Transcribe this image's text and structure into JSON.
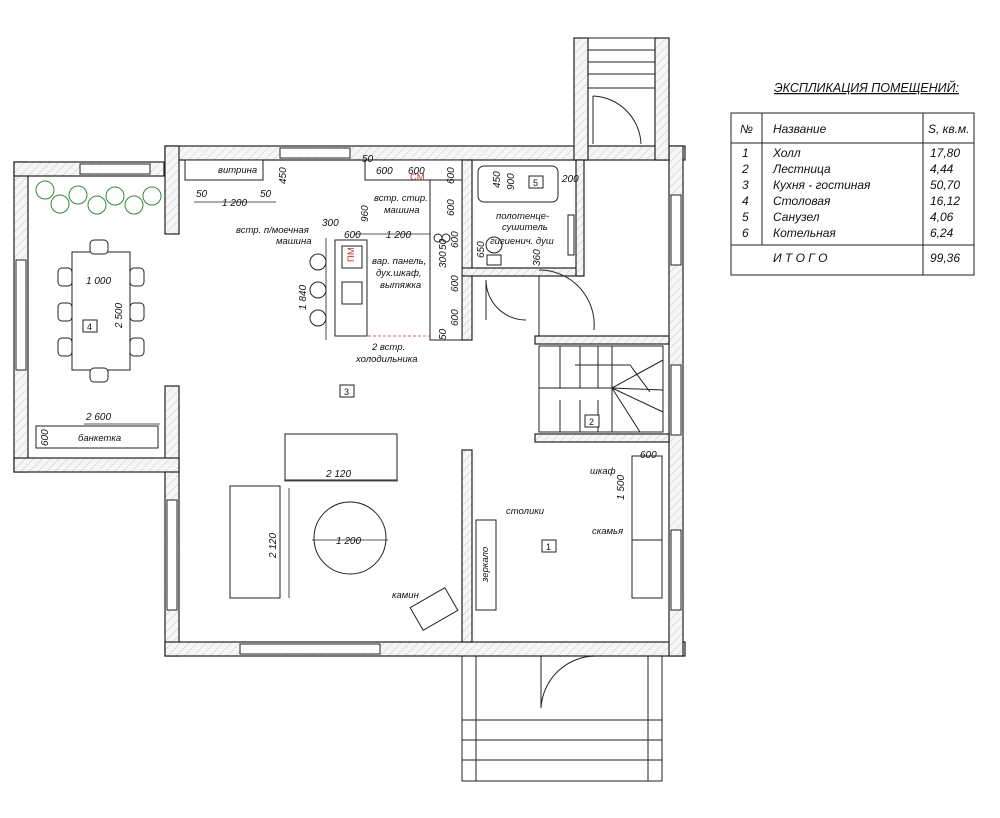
{
  "explication": {
    "title": "ЭКСПЛИКАЦИЯ ПОМЕЩЕНИЙ:",
    "headers": {
      "no": "№",
      "name": "Название",
      "area": "S, кв.м."
    },
    "rows": [
      {
        "no": "1",
        "name": "Холл",
        "area": "17,80"
      },
      {
        "no": "2",
        "name": "Лестница",
        "area": "4,44"
      },
      {
        "no": "3",
        "name": "Кухня - гостиная",
        "area": "50,70"
      },
      {
        "no": "4",
        "name": "Столовая",
        "area": "16,12"
      },
      {
        "no": "5",
        "name": "Санузел",
        "area": "4,06"
      },
      {
        "no": "6",
        "name": "Котельная",
        "area": "6,24"
      }
    ],
    "total_label": "И Т О Г О",
    "total_area": "99,36"
  },
  "room_numbers": [
    "1",
    "2",
    "3",
    "4",
    "5"
  ],
  "labels": {
    "vitrina": "витрина",
    "dishwasher_1": "встр. п/моечная",
    "dishwasher_2": "машина",
    "washer_1": "встр. стир.",
    "washer_2": "машина",
    "hob_1": "вар. панель,",
    "hob_2": "дух.шкаф,",
    "hob_3": "вытяжка",
    "fridge_1": "2 встр.",
    "fridge_2": "холодильника",
    "towel_1": "полотенце-",
    "towel_2": "сушитель",
    "shower": "гигиенич. душ",
    "banketka": "банкетка",
    "stoliki": "столики",
    "zerkalo": "зеркало",
    "kamin": "камин",
    "shkaf": "шкаф",
    "skamya": "скамья",
    "pm": "ПМ",
    "sm": "СМ"
  },
  "dimensions": {
    "d50a": "50",
    "d50b": "50",
    "d1200a": "1 200",
    "d450a": "450",
    "d50c": "50",
    "d600a": "600",
    "d600b": "600",
    "d600c": "600",
    "d960": "960",
    "d600d": "600",
    "d300a": "300",
    "d600e": "600",
    "d1200b": "1 200",
    "d600f": "600",
    "d300b": "300",
    "d50d": "50",
    "d600g": "600",
    "d600h": "600",
    "d50e": "50",
    "d1840": "1 840",
    "d450b": "450",
    "d900": "900",
    "d200": "200",
    "d650": "650",
    "d360": "360",
    "d1000": "1 000",
    "d2500": "2 500",
    "d2600": "2 600",
    "d600i": "600",
    "d2120a": "2 120",
    "d2120b": "2 120",
    "d1200c": "1 200",
    "d600j": "600",
    "d1500": "1 500"
  },
  "colors": {
    "wall_fill": "#f3f3f3",
    "ink": "#222222",
    "accent_red": "#c0392b",
    "plants": "#2e8b3a"
  }
}
